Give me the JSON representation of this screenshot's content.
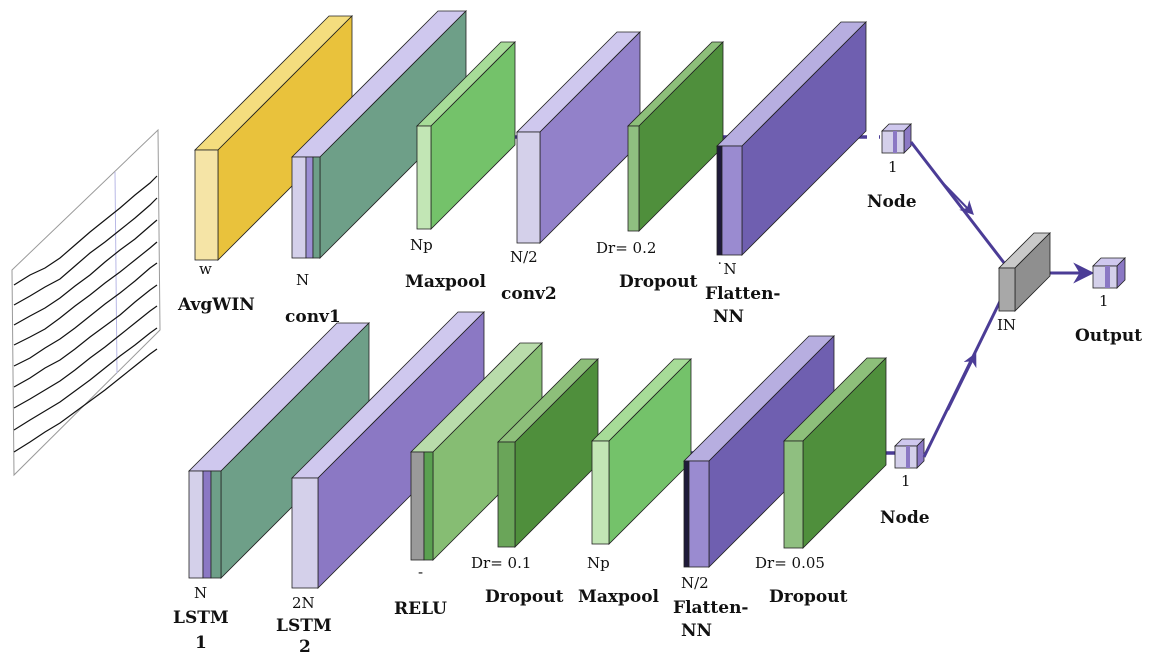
{
  "colors": {
    "yellow": "#e9c23c",
    "green_light": "#74c26a",
    "green_dark": "#4f8f3c",
    "purple": "#8b78c4",
    "purple_dark": "#6f5fb0",
    "teal": "#6e9f88",
    "pale_lilac": "#d4d0ea",
    "gray": "#9a9a9a",
    "arrow": "#4b3c96"
  },
  "top_branch": {
    "avgwin": {
      "size": "w",
      "name": "AvgWIN"
    },
    "conv1": {
      "size": "N",
      "name": "conv1"
    },
    "maxpool": {
      "size": "Np",
      "name": "Maxpool"
    },
    "conv2": {
      "size": "N/2",
      "name": "conv2"
    },
    "dropout": {
      "size": "Dr= 0.2",
      "name": "Dropout"
    },
    "flatten": {
      "size": "˙N",
      "name_line1": "Flatten-",
      "name_line2": "NN"
    },
    "node": {
      "size": "1",
      "name": "Node"
    }
  },
  "bottom_branch": {
    "lstm1": {
      "size": "N",
      "name_line1": "LSTM",
      "name_line2": "1"
    },
    "lstm2": {
      "size": "2N",
      "name_line1": "LSTM",
      "name_line2": "2"
    },
    "relu": {
      "size": "-",
      "name": "RELU"
    },
    "dropout1": {
      "size": "Dr= 0.1",
      "name": "Dropout"
    },
    "maxpool": {
      "size": "Np",
      "name": "Maxpool"
    },
    "flatten": {
      "size": "N/2",
      "name_line1": "Flatten-",
      "name_line2": "NN"
    },
    "dropout2": {
      "size": "Dr= 0.05",
      "name": "Dropout"
    },
    "node": {
      "size": "1",
      "name": "Node"
    }
  },
  "merge": {
    "in": {
      "size": "IN"
    },
    "output": {
      "size": "1",
      "name": "Output"
    }
  }
}
